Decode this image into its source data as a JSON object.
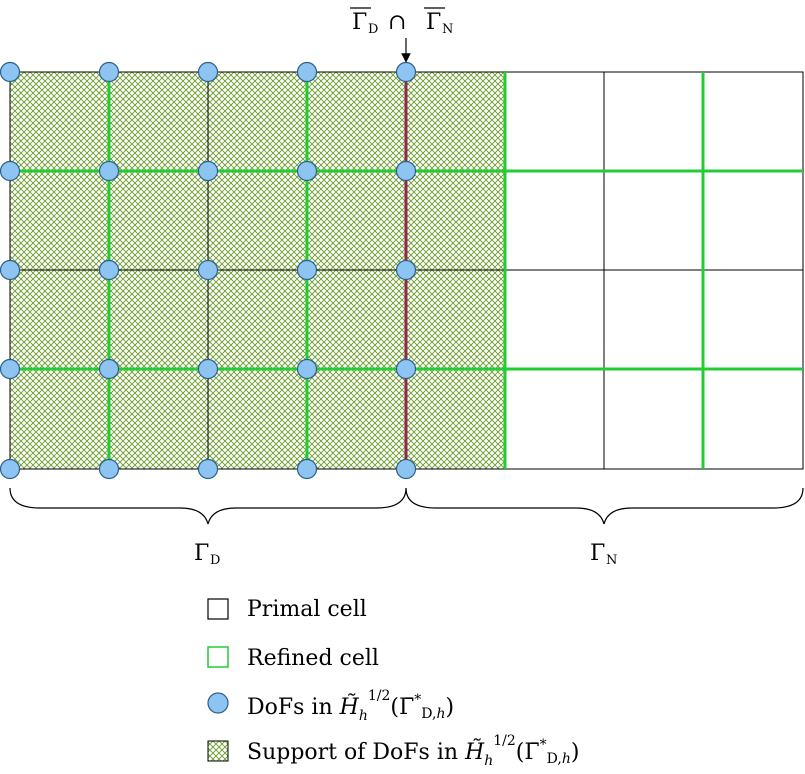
{
  "colors": {
    "primal": "#000000",
    "refined": "#22cc33",
    "interface": "#8b2a4a",
    "dof_fill": "#8ec4f2",
    "dof_stroke": "#2e5f8a",
    "support": "#6b9a2a"
  },
  "labels": {
    "interface_main": "Γ̄D ∩ Γ̄N",
    "gamma_d": {
      "main": "Γ",
      "sub": "D"
    },
    "gamma_n": {
      "main": "Γ",
      "sub": "N"
    }
  },
  "legend": {
    "items": [
      {
        "kind": "primal",
        "text": "Primal cell"
      },
      {
        "kind": "refined",
        "text": "Refined cell"
      },
      {
        "kind": "dof",
        "text": "DoFs in H̃h1/2(Γ̄*D,h)"
      },
      {
        "kind": "support",
        "text": "Support of DoFs in H̃h1/2(Γ̄*D,h)"
      }
    ]
  }
}
